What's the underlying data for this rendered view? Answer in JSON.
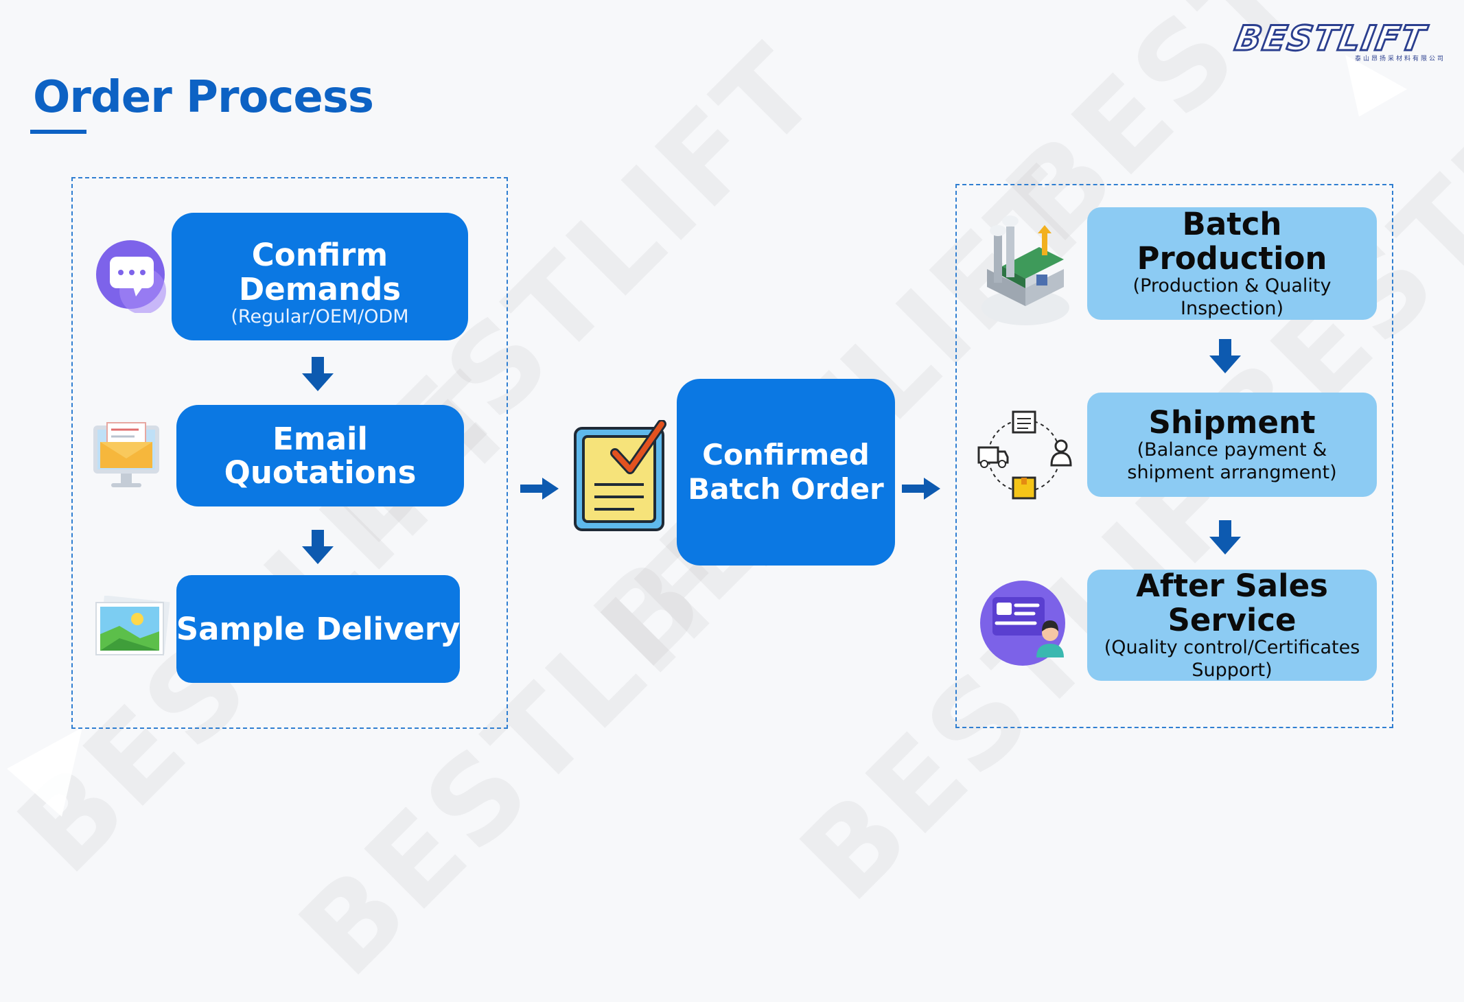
{
  "page": {
    "title": "Order Process"
  },
  "logo": {
    "text": "BESTLIFT",
    "subtitle": "泰山昂扬采材料有限公司"
  },
  "watermark": {
    "text": "BESTLIFT"
  },
  "left_group": {
    "steps": [
      {
        "title_line1": "Confirm",
        "title_line2": "Demands",
        "subtitle": "(Regular/OEM/ODM",
        "icon": "chat-bubble-icon"
      },
      {
        "title_line1": "Email",
        "title_line2": "Quotations",
        "icon": "email-monitor-icon"
      },
      {
        "title_line1": "Sample Delivery",
        "icon": "picture-icon"
      }
    ]
  },
  "center": {
    "title_line1": "Confirmed",
    "title_line2": "Batch Order",
    "icon": "checklist-icon"
  },
  "right_group": {
    "steps": [
      {
        "title_line1": "Batch",
        "title_line2": "Production",
        "subtitle_line1": "(Production & Quality",
        "subtitle_line2": "Inspection)",
        "icon": "factory-icon"
      },
      {
        "title_line1": "Shipment",
        "subtitle_line1": "(Balance payment &",
        "subtitle_line2": "shipment arrangment)",
        "icon": "logistics-cycle-icon"
      },
      {
        "title_line1": "After Sales",
        "title_line2": "Service",
        "subtitle_line1": "(Quality control/Certificates",
        "subtitle_line2": "Support)",
        "icon": "support-card-icon"
      }
    ]
  },
  "colors": {
    "primary": "#0b78e3",
    "light": "#8ccbf3",
    "title": "#0d62c4",
    "arrow": "#0d5ab0"
  }
}
